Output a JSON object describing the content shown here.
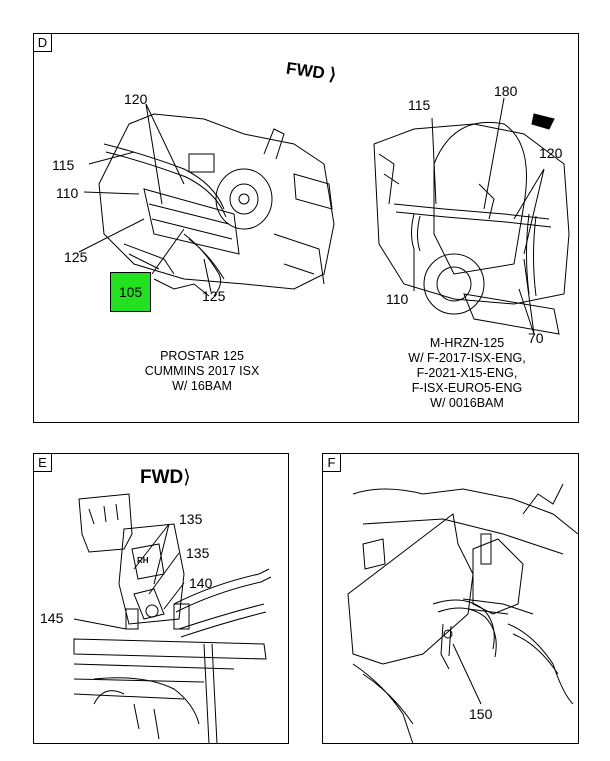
{
  "panel_d": {
    "letter": "D",
    "fwd": "FWD",
    "callouts": {
      "c120a": "120",
      "c115a": "115",
      "c110a": "110",
      "c125a": "125",
      "c125b": "125",
      "c115b": "115",
      "c180": "180",
      "c120b": "120",
      "c110b": "110",
      "c70": "70"
    },
    "highlight_label": "105",
    "caption_left": [
      "PROSTAR 125",
      "CUMMINS 2017 ISX",
      "W/ 16BAM"
    ],
    "caption_right": [
      "M-HRZN-125",
      "W/ F-2017-ISX-ENG,",
      "F-2021-X15-ENG,",
      "F-ISX-EURO5-ENG",
      "W/ 0016BAM"
    ]
  },
  "panel_e": {
    "letter": "E",
    "fwd": "FWD",
    "callouts": {
      "c135a": "135",
      "c135b": "135",
      "c140": "140",
      "c145": "145"
    },
    "small_label": "RH"
  },
  "panel_f": {
    "letter": "F",
    "callouts": {
      "c150": "150"
    }
  },
  "colors": {
    "highlight": "#22e11f",
    "line": "#000000"
  }
}
